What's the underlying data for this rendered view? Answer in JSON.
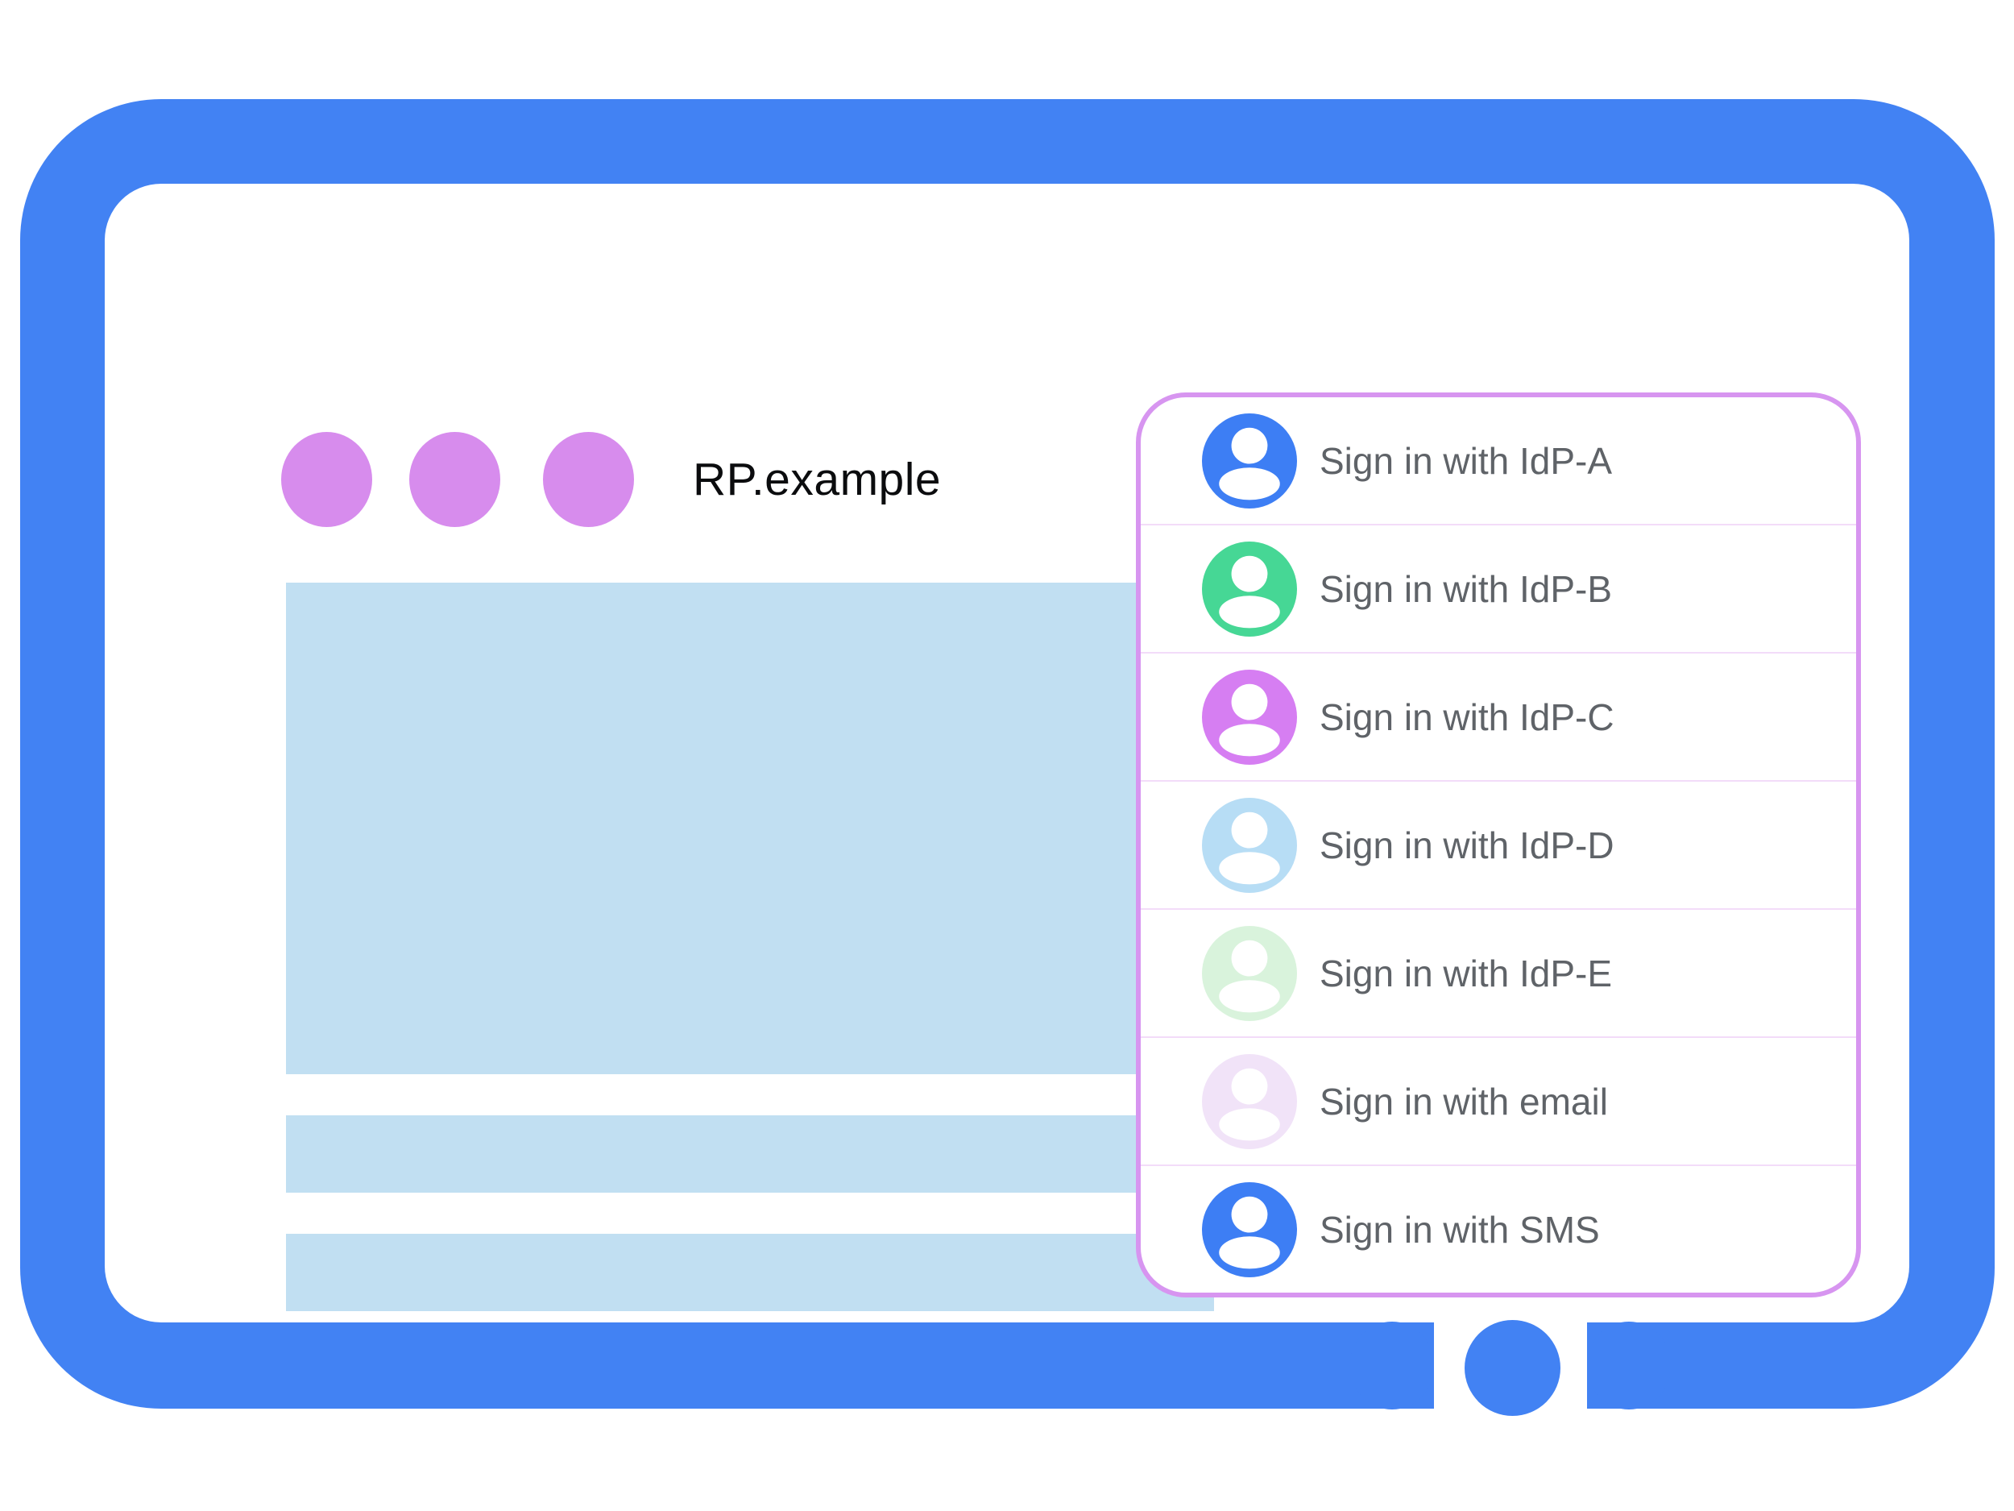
{
  "browser": {
    "title": "RP.example",
    "window_controls": {
      "count": 3,
      "dot_color": "#d78ced",
      "dot_icon": "window-control-dot"
    }
  },
  "content": {
    "hero_block_color": "#c1dff2",
    "placeholder_bar_count": 4,
    "placeholder_bar_color": "#c1dff2",
    "placeholder_bar_tops": [
      1090,
      1237,
      1384,
      1531
    ]
  },
  "signin_panel": {
    "border_color": "#d795f0",
    "divider_color": "#f3dcf9",
    "label_color": "#5f6368",
    "options": [
      {
        "label": "Sign in with IdP-A",
        "avatar_color": "#3d7ef4",
        "icon": "person-icon"
      },
      {
        "label": "Sign in with IdP-B",
        "avatar_color": "#46d795",
        "icon": "person-icon"
      },
      {
        "label": "Sign in with IdP-C",
        "avatar_color": "#d67ef2",
        "icon": "person-icon"
      },
      {
        "label": "Sign in with IdP-D",
        "avatar_color": "#b7ddf5",
        "icon": "person-icon"
      },
      {
        "label": "Sign in with IdP-E",
        "avatar_color": "#d9f3dc",
        "icon": "person-icon"
      },
      {
        "label": "Sign in with email",
        "avatar_color": "#f1e3f8",
        "icon": "person-icon"
      },
      {
        "label": "Sign in with SMS",
        "avatar_color": "#3d7ef4",
        "icon": "person-icon"
      }
    ]
  },
  "device": {
    "frame_color": "#4282f3",
    "home_button_color": "#4282f3",
    "home_button_icon": "home-button"
  }
}
